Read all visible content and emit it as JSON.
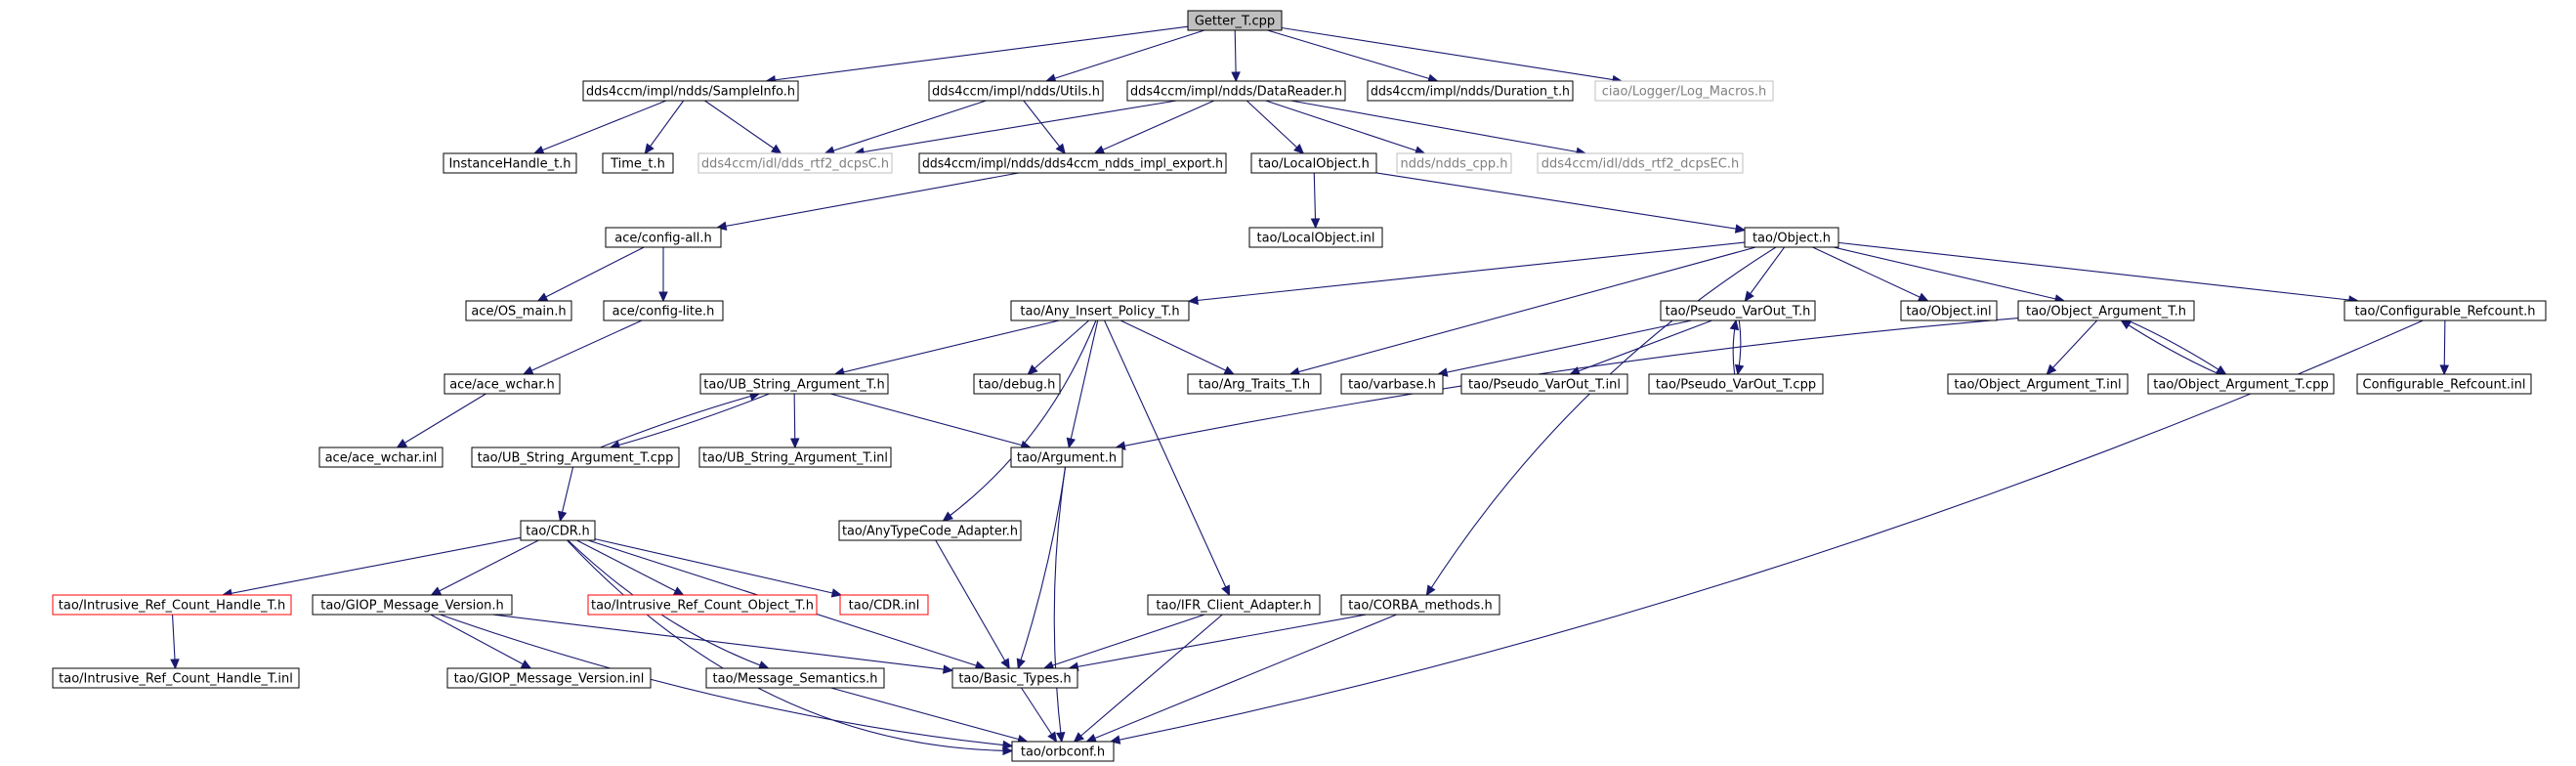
{
  "diagram": {
    "nodes": [
      {
        "id": "getter",
        "label": "Getter_T.cpp",
        "style": "root"
      },
      {
        "id": "sampleinfo",
        "label": "dds4ccm/impl/ndds/SampleInfo.h",
        "style": "normal"
      },
      {
        "id": "utils",
        "label": "dds4ccm/impl/ndds/Utils.h",
        "style": "normal"
      },
      {
        "id": "datareader",
        "label": "dds4ccm/impl/ndds/DataReader.h",
        "style": "normal"
      },
      {
        "id": "duration",
        "label": "dds4ccm/impl/ndds/Duration_t.h",
        "style": "normal"
      },
      {
        "id": "logmacros",
        "label": "ciao/Logger/Log_Macros.h",
        "style": "grey"
      },
      {
        "id": "instancehandle",
        "label": "InstanceHandle_t.h",
        "style": "normal"
      },
      {
        "id": "timet",
        "label": "Time_t.h",
        "style": "normal"
      },
      {
        "id": "dcpsc",
        "label": "dds4ccm/idl/dds_rtf2_dcpsC.h",
        "style": "grey"
      },
      {
        "id": "implexport",
        "label": "dds4ccm/impl/ndds/dds4ccm_ndds_impl_export.h",
        "style": "normal"
      },
      {
        "id": "localobject",
        "label": "tao/LocalObject.h",
        "style": "normal"
      },
      {
        "id": "nddscpp",
        "label": "ndds/ndds_cpp.h",
        "style": "grey"
      },
      {
        "id": "dcpsec",
        "label": "dds4ccm/idl/dds_rtf2_dcpsEC.h",
        "style": "grey"
      },
      {
        "id": "configall",
        "label": "ace/config-all.h",
        "style": "normal"
      },
      {
        "id": "localobjectinl",
        "label": "tao/LocalObject.inl",
        "style": "normal"
      },
      {
        "id": "objecth",
        "label": "tao/Object.h",
        "style": "normal"
      },
      {
        "id": "osmain",
        "label": "ace/OS_main.h",
        "style": "normal"
      },
      {
        "id": "configlite",
        "label": "ace/config-lite.h",
        "style": "normal"
      },
      {
        "id": "anyinsert",
        "label": "tao/Any_Insert_Policy_T.h",
        "style": "normal"
      },
      {
        "id": "pseudovarout",
        "label": "tao/Pseudo_VarOut_T.h",
        "style": "normal"
      },
      {
        "id": "objectinl",
        "label": "tao/Object.inl",
        "style": "normal"
      },
      {
        "id": "objectargh",
        "label": "tao/Object_Argument_T.h",
        "style": "normal"
      },
      {
        "id": "configrefcount",
        "label": "tao/Configurable_Refcount.h",
        "style": "normal"
      },
      {
        "id": "acewchar",
        "label": "ace/ace_wchar.h",
        "style": "normal"
      },
      {
        "id": "ubstringh",
        "label": "tao/UB_String_Argument_T.h",
        "style": "normal"
      },
      {
        "id": "debugh",
        "label": "tao/debug.h",
        "style": "normal"
      },
      {
        "id": "argtraits",
        "label": "tao/Arg_Traits_T.h",
        "style": "normal"
      },
      {
        "id": "varbase",
        "label": "tao/varbase.h",
        "style": "normal"
      },
      {
        "id": "pseudovaroutinl",
        "label": "tao/Pseudo_VarOut_T.inl",
        "style": "normal"
      },
      {
        "id": "pseudovaroutcpp",
        "label": "tao/Pseudo_VarOut_T.cpp",
        "style": "normal"
      },
      {
        "id": "objectarginl",
        "label": "tao/Object_Argument_T.inl",
        "style": "normal"
      },
      {
        "id": "objectargcpp",
        "label": "tao/Object_Argument_T.cpp",
        "style": "normal"
      },
      {
        "id": "configrefcountinl",
        "label": "Configurable_Refcount.inl",
        "style": "normal"
      },
      {
        "id": "acewcharinl",
        "label": "ace/ace_wchar.inl",
        "style": "normal"
      },
      {
        "id": "ubstringcpp",
        "label": "tao/UB_String_Argument_T.cpp",
        "style": "normal"
      },
      {
        "id": "ubstringinl",
        "label": "tao/UB_String_Argument_T.inl",
        "style": "normal"
      },
      {
        "id": "argumenth",
        "label": "tao/Argument.h",
        "style": "normal"
      },
      {
        "id": "cdrh",
        "label": "tao/CDR.h",
        "style": "normal"
      },
      {
        "id": "anytypecode",
        "label": "tao/AnyTypeCode_Adapter.h",
        "style": "normal"
      },
      {
        "id": "intrusivehandle",
        "label": "tao/Intrusive_Ref_Count_Handle_T.h",
        "style": "red"
      },
      {
        "id": "giopversion",
        "label": "tao/GIOP_Message_Version.h",
        "style": "normal"
      },
      {
        "id": "intrusiveobject",
        "label": "tao/Intrusive_Ref_Count_Object_T.h",
        "style": "red"
      },
      {
        "id": "cdrinl",
        "label": "tao/CDR.inl",
        "style": "red"
      },
      {
        "id": "ifrclient",
        "label": "tao/IFR_Client_Adapter.h",
        "style": "normal"
      },
      {
        "id": "corbamethods",
        "label": "tao/CORBA_methods.h",
        "style": "normal"
      },
      {
        "id": "intrusivehandleinl",
        "label": "tao/Intrusive_Ref_Count_Handle_T.inl",
        "style": "normal"
      },
      {
        "id": "giopversioninl",
        "label": "tao/GIOP_Message_Version.inl",
        "style": "normal"
      },
      {
        "id": "msgsemantics",
        "label": "tao/Message_Semantics.h",
        "style": "normal"
      },
      {
        "id": "basictypes",
        "label": "tao/Basic_Types.h",
        "style": "normal"
      },
      {
        "id": "orbconf",
        "label": "tao/orbconf.h",
        "style": "normal"
      }
    ]
  }
}
